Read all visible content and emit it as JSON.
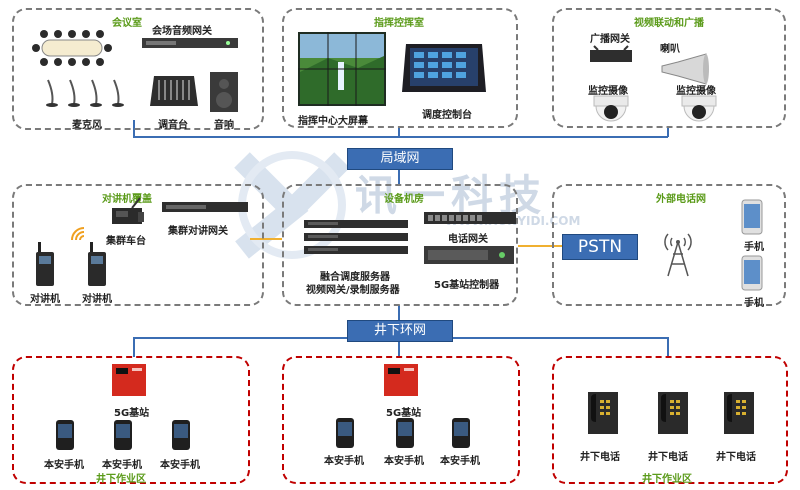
{
  "top": {
    "meeting": {
      "title": "会议室",
      "mic_label": "麦克风",
      "mixer_label": "调音台",
      "speaker_label": "音响",
      "audio_gw_label": "会场音频网关"
    },
    "command": {
      "title": "指挥控挥室",
      "screen_label": "指挥中心大屏幕",
      "console_label": "调度控制台"
    },
    "broadcast": {
      "title": "视频联动和广播",
      "gw_label": "广播网关",
      "horn_label": "喇叭",
      "cam1_label": "监控摄像",
      "cam2_label": "监控摄像"
    }
  },
  "lan": {
    "label": "局域网"
  },
  "middle": {
    "intercom": {
      "title": "对讲机覆盖",
      "car_label": "集群车台",
      "gw_label": "集群对讲网关",
      "radio1_label": "对讲机",
      "radio2_label": "对讲机"
    },
    "server": {
      "title": "设备机房",
      "fusion_label_1": "融合调度服务器",
      "fusion_label_2": "视频网关/录制服务器",
      "phone_gw_label": "电话网关",
      "bs_ctrl_label": "5G基站控制器"
    },
    "external": {
      "title": "外部电话网",
      "pstn_label": "PSTN",
      "phone1_label": "手机",
      "phone2_label": "手机"
    }
  },
  "ring": {
    "label": "井下环网"
  },
  "bottom": {
    "zone1": {
      "station_label": "5G基站",
      "phones": [
        "本安手机",
        "本安手机",
        "本安手机"
      ],
      "area_label": "井下作业区"
    },
    "zone2": {
      "station_label": "5G基站",
      "phones": [
        "本安手机",
        "本安手机",
        "本安手机"
      ]
    },
    "zone3": {
      "phones": [
        "井下电话",
        "井下电话",
        "井下电话"
      ],
      "area_label": "井下作业区"
    }
  },
  "watermark": {
    "text": "讯一科技",
    "url": "WWW.XUNYIDI.COM"
  },
  "colors": {
    "network_bar": "#3b6db3",
    "zone_border_red": "#c00000",
    "zone_border_gray": "#7a7a7a",
    "title_green": "#5b9b1a",
    "pstn_line": "#f0b030"
  }
}
